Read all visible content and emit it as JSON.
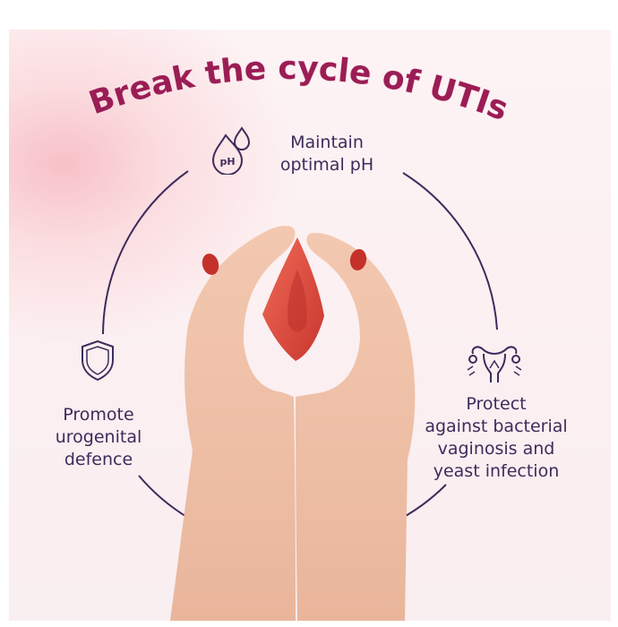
{
  "title": "Break the cycle of UTIs",
  "benefits": {
    "ph": {
      "line1": "Maintain",
      "line2": "optimal pH",
      "icon": "ph-drops-icon",
      "icon_text": "pH"
    },
    "defence": {
      "line1": "Promote",
      "line2": "urogenital",
      "line3": "defence",
      "icon": "shield-icon"
    },
    "protect": {
      "line1": "Protect",
      "line2": "against bacterial",
      "line3": "vaginosis and",
      "line4": "yeast infection",
      "icon": "uterus-icon"
    }
  },
  "colors": {
    "title": "#9b1d55",
    "text": "#3f2b5c",
    "arc": "#3f2b5c",
    "background": "#fbeff1",
    "product": "#e0483f"
  }
}
